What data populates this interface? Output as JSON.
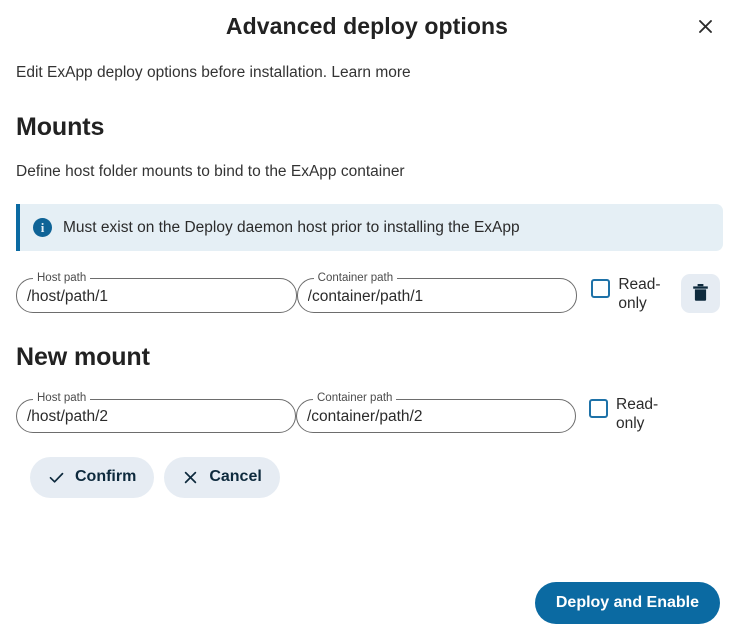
{
  "dialog": {
    "title": "Advanced deploy options",
    "close_icon": "close-icon",
    "intro_text": "Edit ExApp deploy options before installation. ",
    "learn_more_label": "Learn more"
  },
  "mounts_section": {
    "heading": "Mounts",
    "description": "Define host folder mounts to bind to the ExApp container",
    "note": {
      "icon": "info-icon",
      "icon_glyph": "i",
      "text": "Must exist on the Deploy daemon host prior to installing the ExApp"
    },
    "existing_mounts": [
      {
        "host_path_label": "Host path",
        "host_path_value": "/host/path/1",
        "container_path_label": "Container path",
        "container_path_value": "/container/path/1",
        "readonly_label": "Read-only",
        "readonly_checked": false,
        "delete_icon": "trash-icon"
      }
    ]
  },
  "new_mount_section": {
    "heading": "New mount",
    "host_path_label": "Host path",
    "host_path_value": "/host/path/2",
    "container_path_label": "Container path",
    "container_path_value": "/container/path/2",
    "readonly_label": "Read-only",
    "readonly_checked": false,
    "confirm_label": "Confirm",
    "confirm_icon": "check-icon",
    "cancel_label": "Cancel",
    "cancel_icon": "close-icon"
  },
  "footer": {
    "deploy_label": "Deploy and Enable"
  },
  "colors": {
    "accent_blue": "#0b6aa2",
    "note_background": "#e5eff5",
    "button_secondary_background": "#e6ecf3",
    "checkbox_border": "#1e72a8",
    "text_primary": "#222222",
    "text_secondary": "#4c4c4c"
  }
}
